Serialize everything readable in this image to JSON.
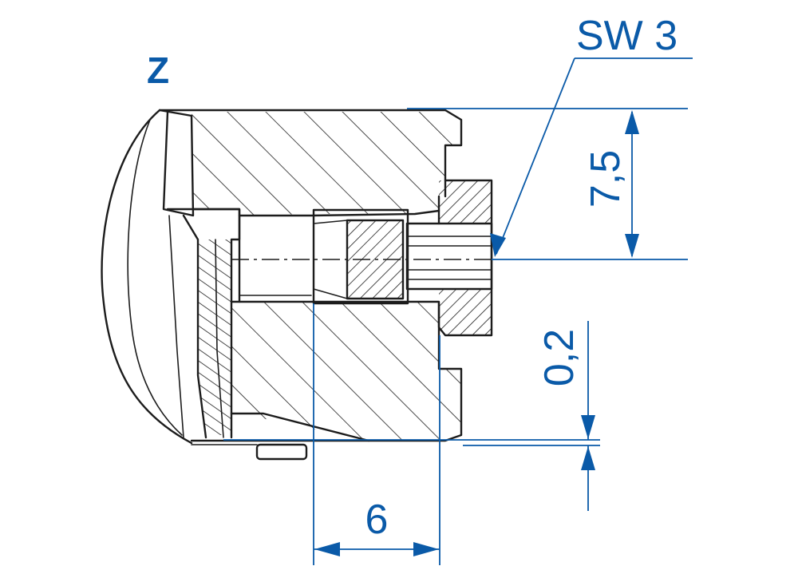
{
  "view_label": "Z",
  "dimensions": {
    "wrench_size": "SW 3",
    "height": "7,5",
    "gap": "0,2",
    "depth": "6"
  },
  "colors": {
    "dimension_blue": "#0a5aa8",
    "outline": "#1c1c1c"
  }
}
